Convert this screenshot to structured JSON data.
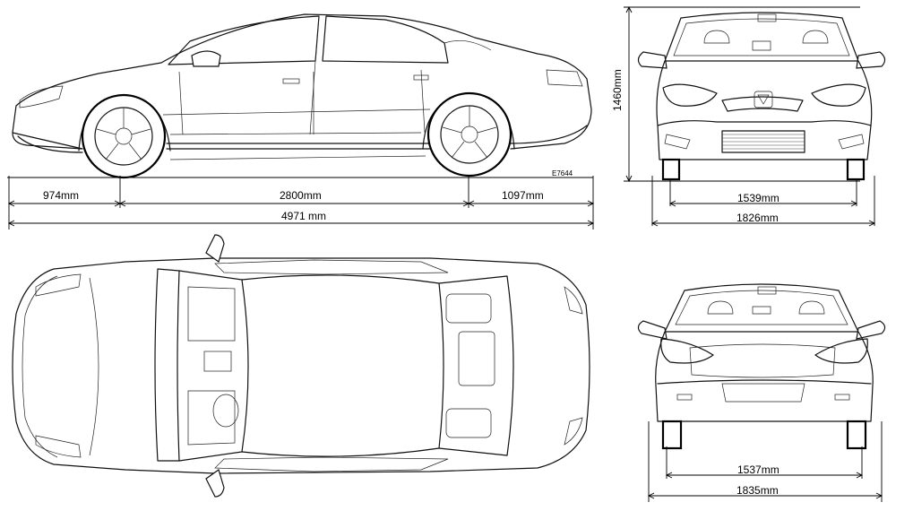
{
  "side_view": {
    "front_overhang": "974mm",
    "wheelbase": "2800mm",
    "rear_overhang": "1097mm",
    "overall_length": "4971 mm",
    "drawing_code": "E7644"
  },
  "front_view": {
    "height": "1460mm",
    "front_track": "1539mm",
    "width": "1826mm"
  },
  "rear_view": {
    "rear_track": "1537mm",
    "width": "1835mm"
  }
}
